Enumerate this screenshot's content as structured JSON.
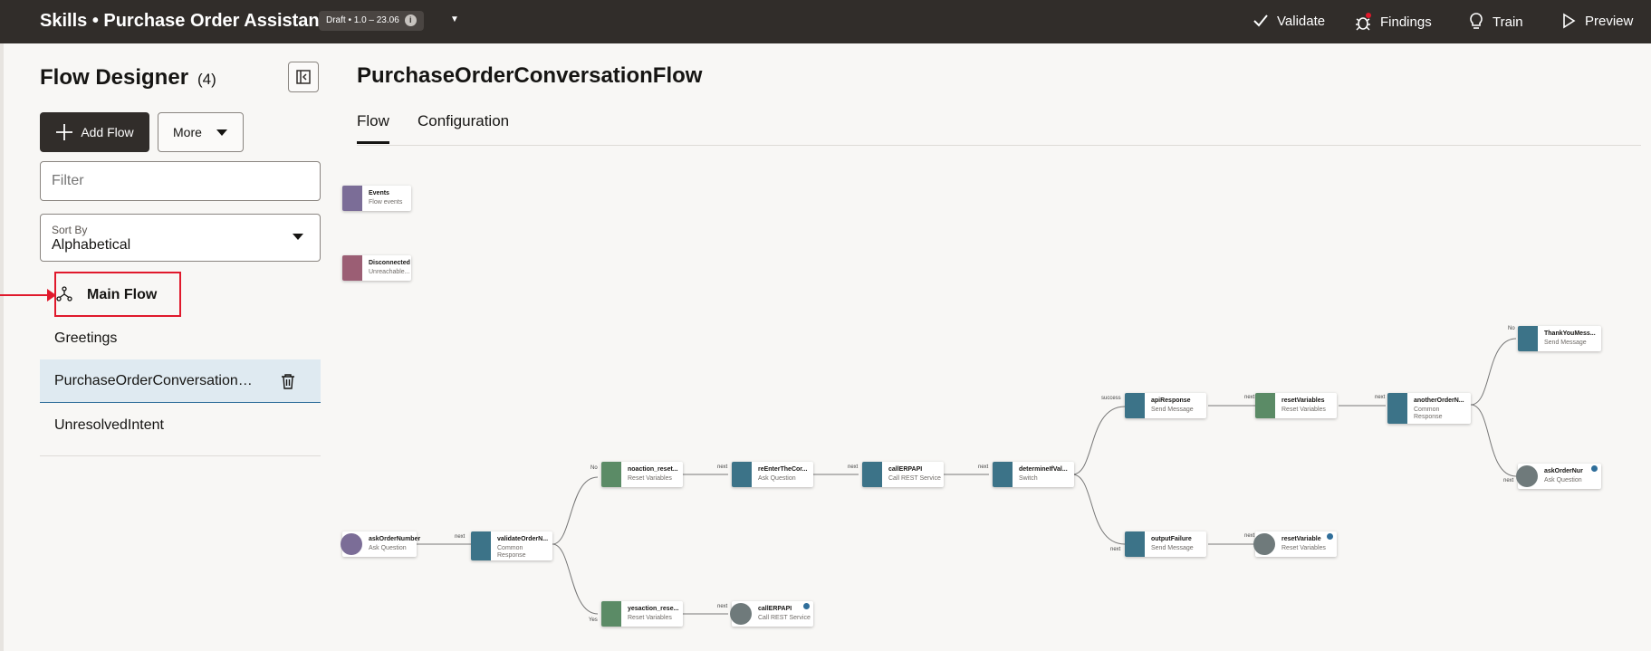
{
  "header": {
    "app_title": "Skills • Purchase Order Assistant",
    "draft_badge": "Draft • 1.0 – 23.06",
    "actions": [
      {
        "label": "Validate",
        "icon": "check-icon"
      },
      {
        "label": "Findings",
        "icon": "bug-icon"
      },
      {
        "label": "Train",
        "icon": "lightbulb-icon"
      },
      {
        "label": "Preview",
        "icon": "play-icon"
      }
    ]
  },
  "panel": {
    "title": "Flow Designer",
    "count": "(4)",
    "add_flow_label": "Add Flow",
    "more_label": "More",
    "filter_placeholder": "Filter",
    "sort_label": "Sort By",
    "sort_value": "Alphabetical",
    "flows": [
      {
        "label": "Main Flow",
        "state": "highlighted"
      },
      {
        "label": "Greetings",
        "state": "normal"
      },
      {
        "label": "PurchaseOrderConversation…",
        "state": "selected"
      },
      {
        "label": "UnresolvedIntent",
        "state": "normal"
      }
    ]
  },
  "main": {
    "flow_title": "PurchaseOrderConversationFlow",
    "tabs": [
      {
        "label": "Flow",
        "active": true
      },
      {
        "label": "Configuration",
        "active": false
      }
    ]
  },
  "canvas": {
    "nodes": [
      {
        "name": "Events",
        "sub": "Flow events"
      },
      {
        "name": "Disconnected",
        "sub": "Unreachable..."
      },
      {
        "name": "askOrderNumber",
        "sub": "Ask Question"
      },
      {
        "name": "validateOrderN...",
        "sub": "Common Response"
      },
      {
        "name": "noaction_reset...",
        "sub": "Reset Variables"
      },
      {
        "name": "reEnterTheCor...",
        "sub": "Ask Question"
      },
      {
        "name": "callERPAPI",
        "sub": "Call REST Service"
      },
      {
        "name": "determineIfVal...",
        "sub": "Switch"
      },
      {
        "name": "apiResponse",
        "sub": "Send Message"
      },
      {
        "name": "resetVariables",
        "sub": "Reset Variables"
      },
      {
        "name": "anotherOrderN...",
        "sub": "Common Response"
      },
      {
        "name": "ThankYouMess...",
        "sub": "Send Message"
      },
      {
        "name": "askOrderNur",
        "sub": "Ask Question"
      },
      {
        "name": "outputFailure",
        "sub": "Send Message"
      },
      {
        "name": "resetVariable",
        "sub": "Reset Variables"
      },
      {
        "name": "yesaction_rese...",
        "sub": "Reset Variables"
      },
      {
        "name": "callERPAPI",
        "sub": "Call REST Service"
      }
    ],
    "edge_labels": {
      "next": "next",
      "no": "No",
      "yes": "Yes",
      "success": "success"
    }
  }
}
